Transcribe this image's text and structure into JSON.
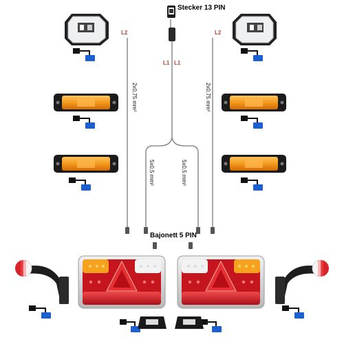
{
  "labels": {
    "plug_13": "Stecker 13 PIN",
    "bayonet_5": "Bajonett 5 PIN",
    "wire_l2_left": "L2",
    "wire_l2_right": "L2",
    "wire_l1_left": "L1",
    "wire_l1_right": "L1",
    "cable_2x075_left": "2x0,75 mm²",
    "cable_2x075_right": "2x0,75 mm²",
    "cable_5x05_left": "5x0,5 mm²",
    "cable_5x05_right": "5x0,5 mm²"
  },
  "colors": {
    "wire": "#7a7a7a",
    "amber": "#f39a1e",
    "red": "#d8232a",
    "connector_blue": "#1c5fd1",
    "label_red": "#b5453a"
  }
}
